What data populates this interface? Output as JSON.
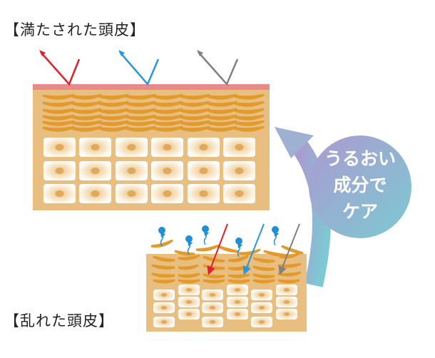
{
  "top_panel": {
    "title": "【満たされた頭皮】"
  },
  "bottom_panel": {
    "title": "【乱れた頭皮】"
  },
  "callout": {
    "lines": [
      "うるおい",
      "成分で",
      "ケア"
    ]
  },
  "colors": {
    "skin": "#e8bf80",
    "scale": "#e39a2c",
    "barrier": "#e88a8a",
    "red_ray": "#e0202a",
    "blue_ray": "#2a98d8",
    "gray_ray": "#808080",
    "moisture": "#1f8fd6",
    "bubble_start": "#a99bcf",
    "bubble_end": "#7dc8d4"
  }
}
